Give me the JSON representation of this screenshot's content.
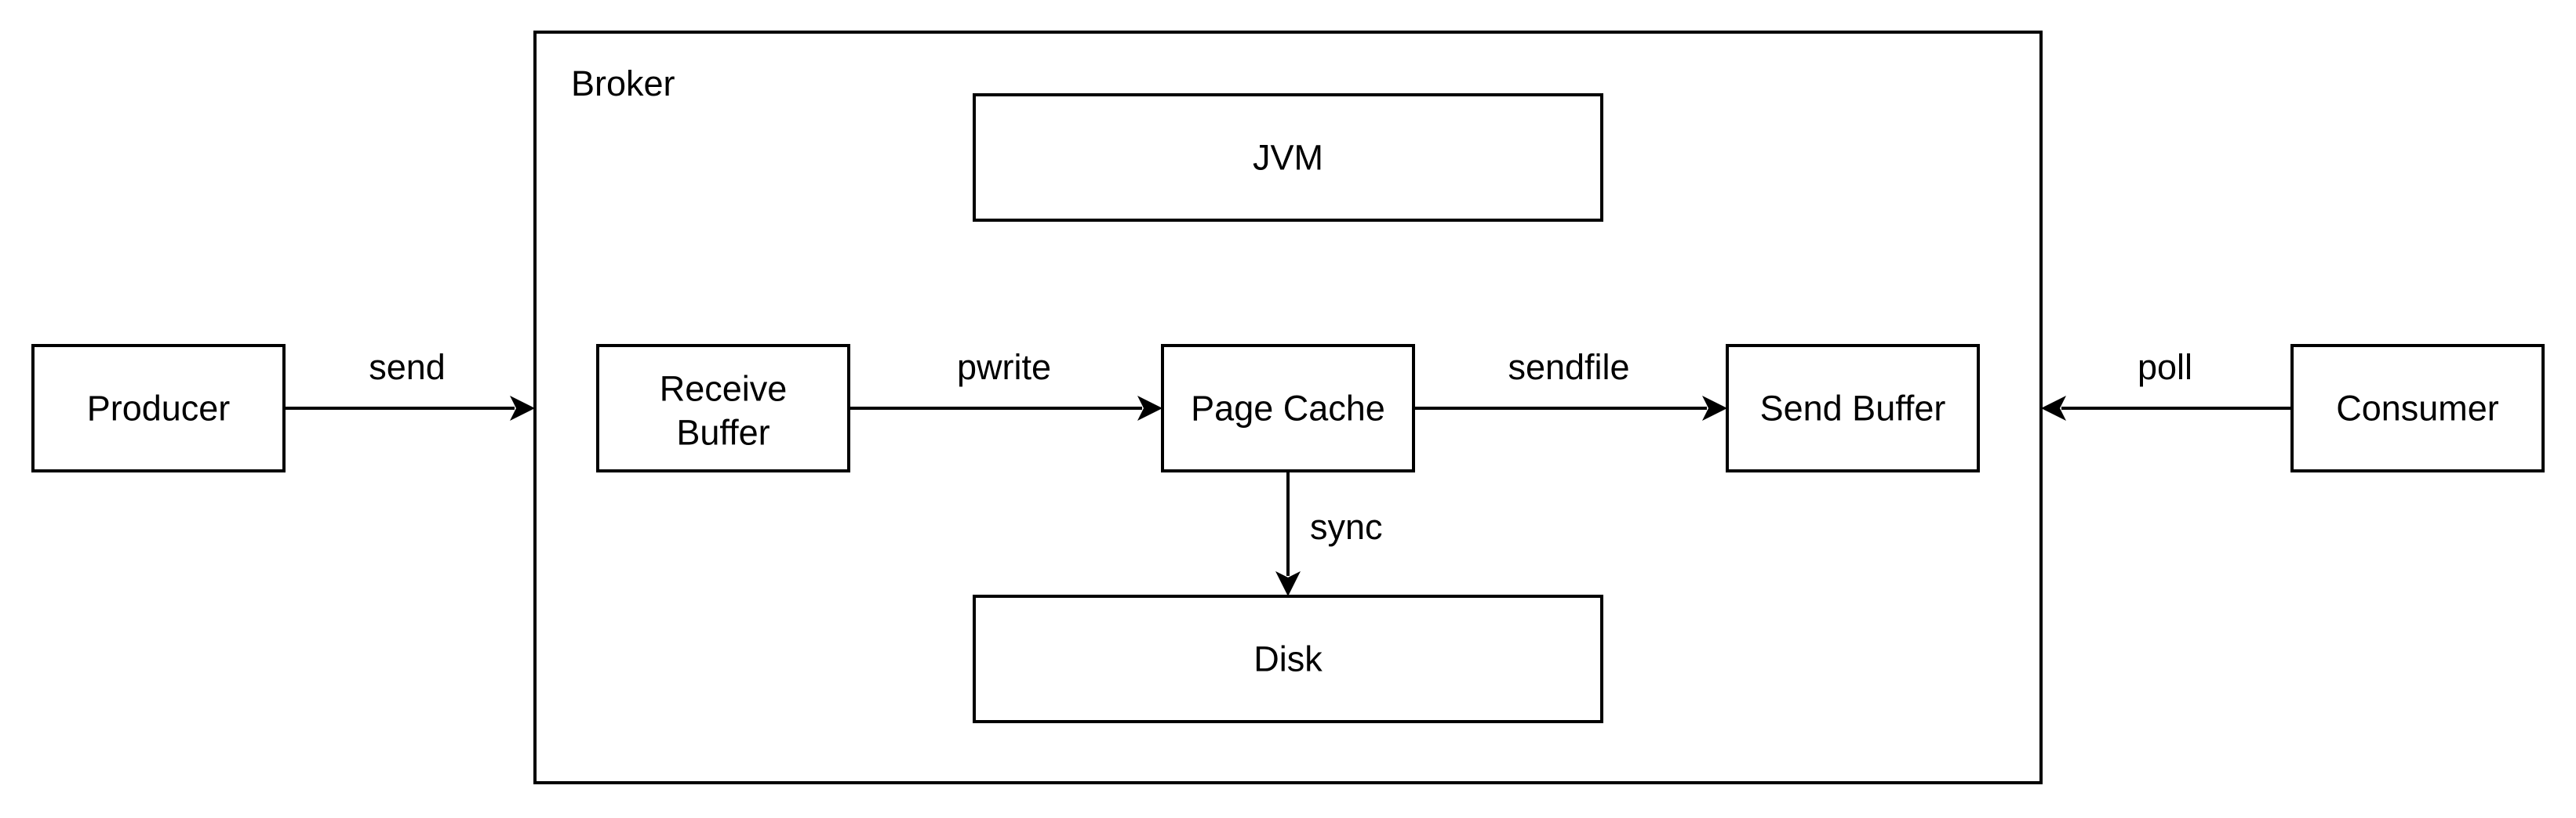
{
  "container": {
    "label": "Broker"
  },
  "nodes": {
    "producer": {
      "label": "Producer"
    },
    "consumer": {
      "label": "Consumer"
    },
    "jvm": {
      "label": "JVM"
    },
    "receive_buffer": {
      "label_line1": "Receive",
      "label_line2": "Buffer"
    },
    "page_cache": {
      "label": "Page Cache"
    },
    "send_buffer": {
      "label": "Send Buffer"
    },
    "disk": {
      "label": "Disk"
    }
  },
  "edges": {
    "send": {
      "label": "send",
      "from": "Producer",
      "to": "Broker"
    },
    "pwrite": {
      "label": "pwrite",
      "from": "Receive Buffer",
      "to": "Page Cache"
    },
    "sendfile": {
      "label": "sendfile",
      "from": "Page Cache",
      "to": "Send Buffer"
    },
    "sync": {
      "label": "sync",
      "from": "Page Cache",
      "to": "Disk"
    },
    "poll": {
      "label": "poll",
      "from": "Consumer",
      "to": "Broker"
    }
  },
  "colors": {
    "stroke": "#000000",
    "background": "#ffffff"
  }
}
